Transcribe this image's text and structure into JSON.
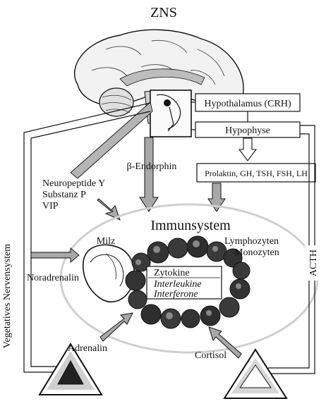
{
  "title": "ZNS",
  "boxes": {
    "hypothalamus": "Hypothalamus (CRH)",
    "hypophyse": "Hypophyse",
    "hormones": "Prolaktin, GH, TSH, FSH, LH"
  },
  "labels": {
    "beta_endorphin": "β-Endorphin",
    "neuropeptides": [
      "Neuropeptide Y",
      "Substanz P",
      "VIP"
    ],
    "immunsystem": "Immunsystem",
    "milz": "Milz",
    "lymphozyten": "Lymphozyten",
    "monozyten": "Monozyten",
    "noradrenalin": "Noradrenalin",
    "vegetatives_nervensystem": "Vegetatives Nervensystem",
    "acth": "ACTH",
    "adrenalin": "Adrenalin",
    "cortisol": "Cortisol"
  },
  "cytokines": {
    "heading": "Zytokine",
    "items": [
      "Interleukine",
      "Interferone"
    ]
  }
}
